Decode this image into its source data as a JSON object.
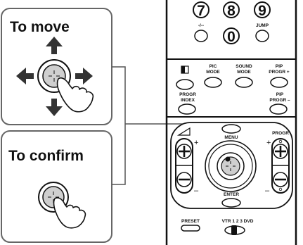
{
  "panel_move": {
    "label": "To move"
  },
  "panel_confirm": {
    "label": "To confirm"
  },
  "remote": {
    "digits": {
      "seven": "7",
      "eight": "8",
      "nine": "9",
      "zero": "0"
    },
    "digit_sublabels": {
      "seven": "-/--",
      "nine": "JUMP"
    },
    "buttons": {
      "pic_mode": [
        "PIC",
        "MODE"
      ],
      "sound_mode": [
        "SOUND",
        "MODE"
      ],
      "pip_progr_plus": [
        "PIP",
        "PROGR +"
      ],
      "progr_index": [
        "PROGR",
        "INDEX"
      ],
      "pip_progr_minus": [
        "PIP",
        "PROGR –"
      ],
      "menu": "MENU",
      "enter": "ENTER",
      "progr": "PROGR",
      "preset": "PRESET",
      "vtr_selector": "VTR 1 2 3 DVD"
    },
    "signs": {
      "plus": "+",
      "minus": "–"
    }
  }
}
